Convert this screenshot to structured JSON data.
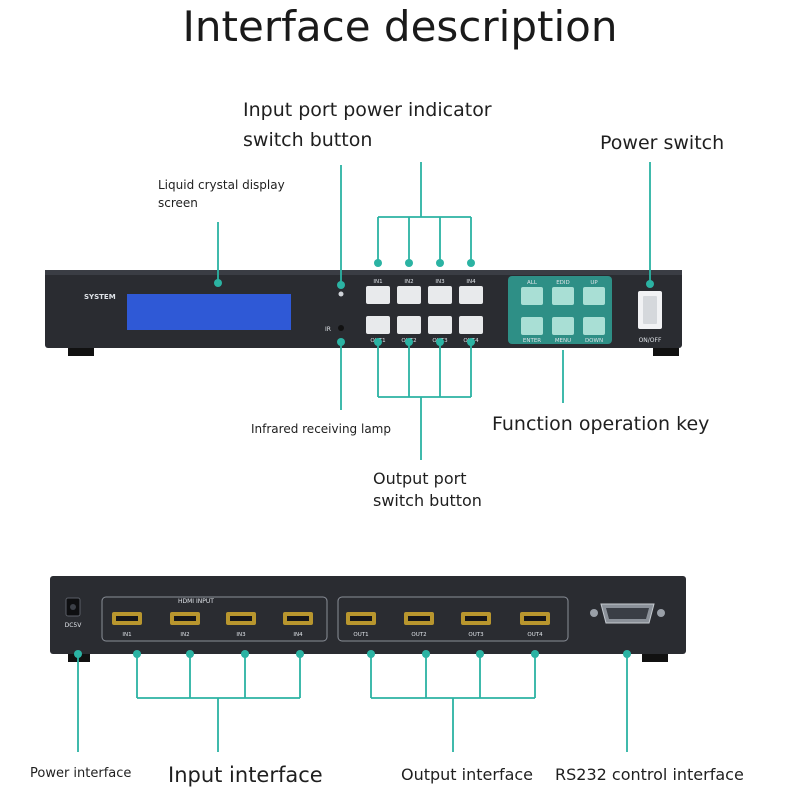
{
  "title": "Interface description",
  "front_labels": {
    "lcd": "Liquid crystal display screen",
    "input_power": "Input port power indicator switch button",
    "power_switch": "Power switch",
    "infrared": "Infrared receiving lamp",
    "function_keys": "Function operation key",
    "output_switch": "Output port switch button"
  },
  "front_panel": {
    "brand": "SYSTEM",
    "ir_label": "IR",
    "input_buttons": [
      "IN1",
      "IN2",
      "IN3",
      "IN4"
    ],
    "output_buttons": [
      "OUT1",
      "OUT2",
      "OUT3",
      "OUT4"
    ],
    "function_top": [
      "ALL",
      "EDID",
      "UP"
    ],
    "function_bottom": [
      "ENTER",
      "MENU",
      "DOWN"
    ],
    "power_label": "ON/OFF"
  },
  "rear_panel": {
    "dc_label": "DC5V",
    "hdmi_input_label": "HDMI INPUT",
    "hdmi_inputs": [
      "IN1",
      "IN2",
      "IN3",
      "IN4"
    ],
    "hdmi_outputs": [
      "OUT1",
      "OUT2",
      "OUT3",
      "OUT4"
    ]
  },
  "rear_labels": {
    "power_interface": "Power interface",
    "input_interface": "Input interface",
    "output_interface": "Output interface",
    "rs232": "RS232 control interface"
  },
  "colors": {
    "accent_line": "#2bb3a3",
    "panel": "#2a2c31",
    "lcd": "#2f59d6",
    "button": "#e8eaec",
    "function_area": "#2e8f86",
    "function_button": "#a9dfd5",
    "hdmi_gold": "#b8962e"
  }
}
